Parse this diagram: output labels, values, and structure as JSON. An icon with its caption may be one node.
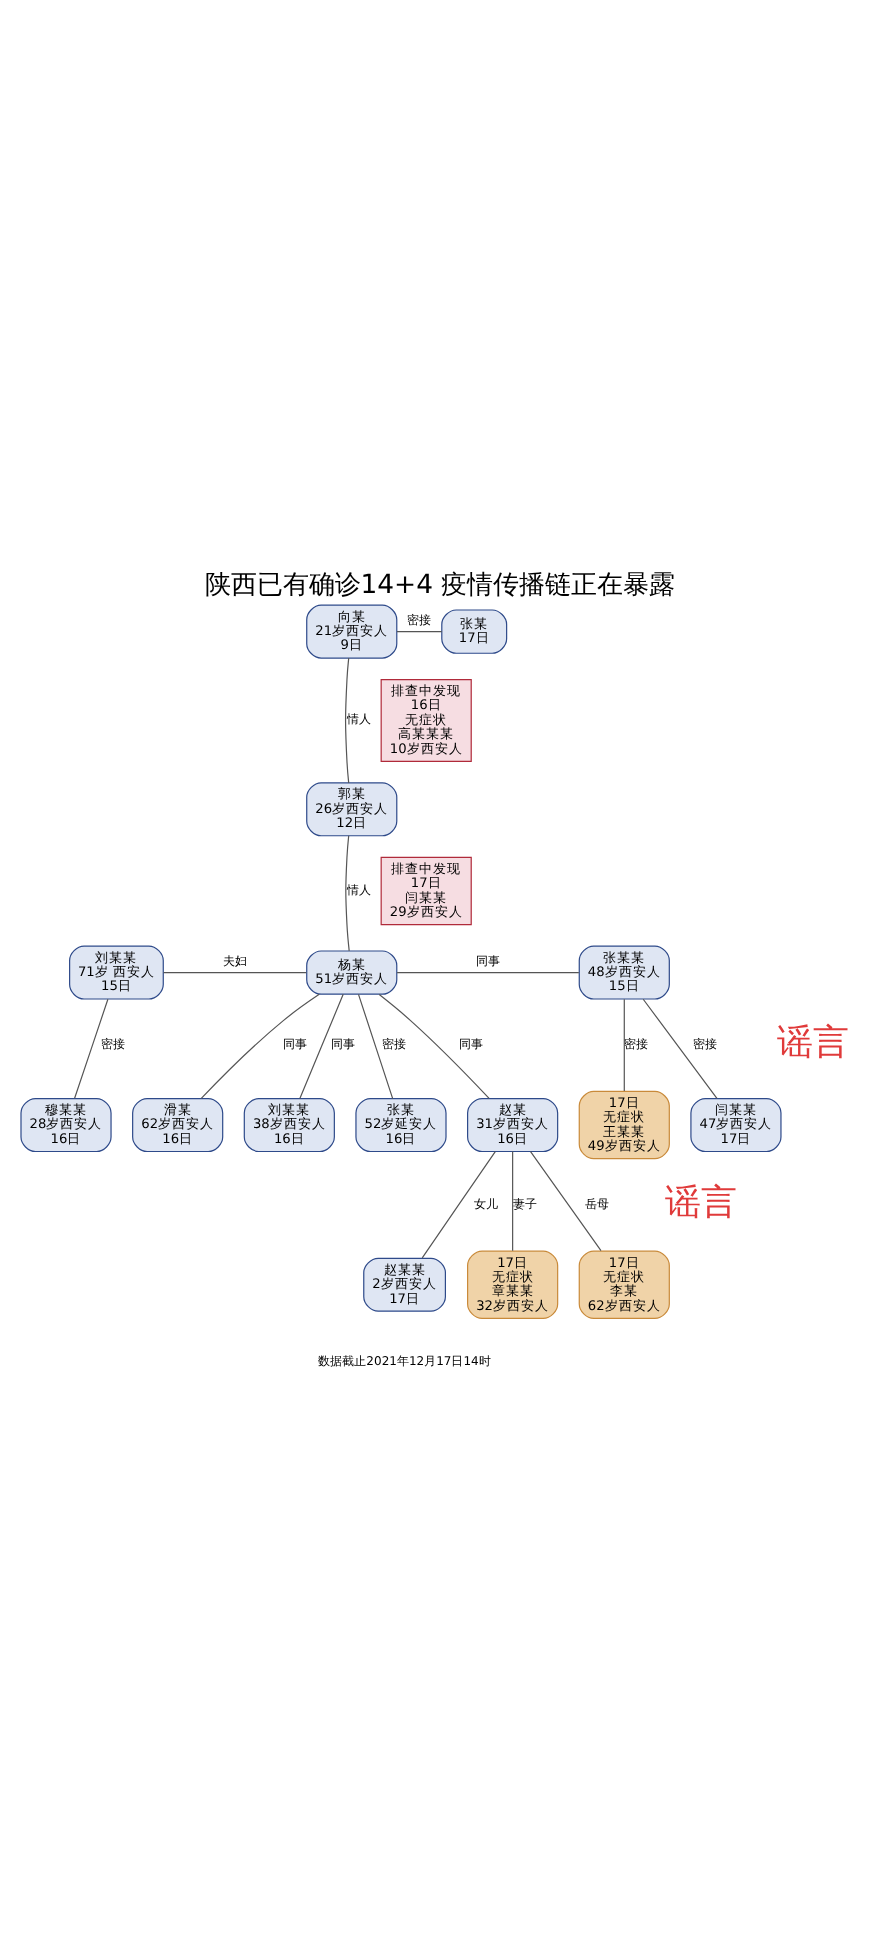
{
  "diagram": {
    "title": "陕西已有确诊14+4 疫情传播链正在暴露",
    "caption": "数据截止2021年12月17日14时",
    "nodes": [
      {
        "text": [
          "向某",
          "21岁西安人",
          "9日"
        ]
      },
      {
        "text": [
          "张某",
          "17日"
        ]
      },
      {
        "text": [
          "郭某",
          "26岁西安人",
          "12日"
        ]
      },
      {
        "text": [
          "刘某某",
          "71岁 西安人",
          "15日"
        ]
      },
      {
        "text": [
          "杨某",
          "51岁西安人"
        ]
      },
      {
        "text": [
          "张某某",
          "48岁西安人",
          "15日"
        ]
      },
      {
        "text": [
          "刘某某",
          "38岁西安人",
          "16日"
        ]
      },
      {
        "text": [
          "张某",
          "52岁延安人",
          "16日"
        ]
      },
      {
        "text": [
          "赵某",
          "31岁西安人",
          "16日"
        ]
      },
      {
        "text": [
          "滑某",
          "62岁西安人",
          "16日"
        ]
      },
      {
        "text": [
          "排查中发现",
          "16日",
          "无症状",
          "高某某某",
          "10岁西安人"
        ]
      },
      {
        "text": [
          "穆某某",
          "28岁西安人",
          "16日"
        ]
      },
      {
        "text": [
          "赵某某",
          "2岁西安人",
          "17日"
        ]
      },
      {
        "text": [
          "17日",
          "无症状",
          "章某某",
          "32岁西安人"
        ]
      },
      {
        "text": [
          "17日",
          "无症状",
          "李某",
          "62岁西安人"
        ]
      },
      {
        "text": [
          "排查中发现",
          "17日",
          "闫某某",
          "29岁西安人"
        ]
      },
      {
        "text": [
          "闫某某",
          "47岁西安人",
          "17日"
        ]
      },
      {
        "text": [
          "17日",
          "无症状",
          "王某某",
          "49岁西安人"
        ]
      }
    ],
    "edges": [
      {
        "from": 0,
        "to": 1,
        "arrow": "none",
        "label": "密接"
      },
      {
        "from": 0,
        "to": 2,
        "arrow": "none",
        "label": "情人"
      },
      {
        "from": 2,
        "to": 4,
        "arrow": "none",
        "label": "情人"
      },
      {
        "from": 3,
        "to": 4,
        "arrow": "none",
        "label": "夫妇"
      },
      {
        "from": 4,
        "to": 5,
        "arrow": "none",
        "label": "同事"
      },
      {
        "from": 4,
        "to": 6,
        "arrow": "none",
        "label": "同事"
      },
      {
        "from": 4,
        "to": 7,
        "arrow": "none",
        "label": "密接"
      },
      {
        "from": 4,
        "to": 8,
        "arrow": "none",
        "label": "同事"
      },
      {
        "from": 4,
        "to": 9,
        "arrow": "none",
        "label": "同事"
      },
      {
        "from": 3,
        "to": 11,
        "arrow": "none",
        "label": "密接"
      },
      {
        "from": 8,
        "to": 12,
        "arrow": "none",
        "label": "女儿"
      },
      {
        "from": 8,
        "to": 13,
        "arrow": "none",
        "label": "妻子"
      },
      {
        "from": 8,
        "to": 14,
        "arrow": "none",
        "label": "岳母"
      },
      {
        "from": 5,
        "to": 16,
        "arrow": "none",
        "label": "密接"
      },
      {
        "from": 5,
        "to": 17,
        "arrow": "none",
        "label": "密接"
      }
    ],
    "labels": [
      "谣言",
      "谣言"
    ]
  }
}
